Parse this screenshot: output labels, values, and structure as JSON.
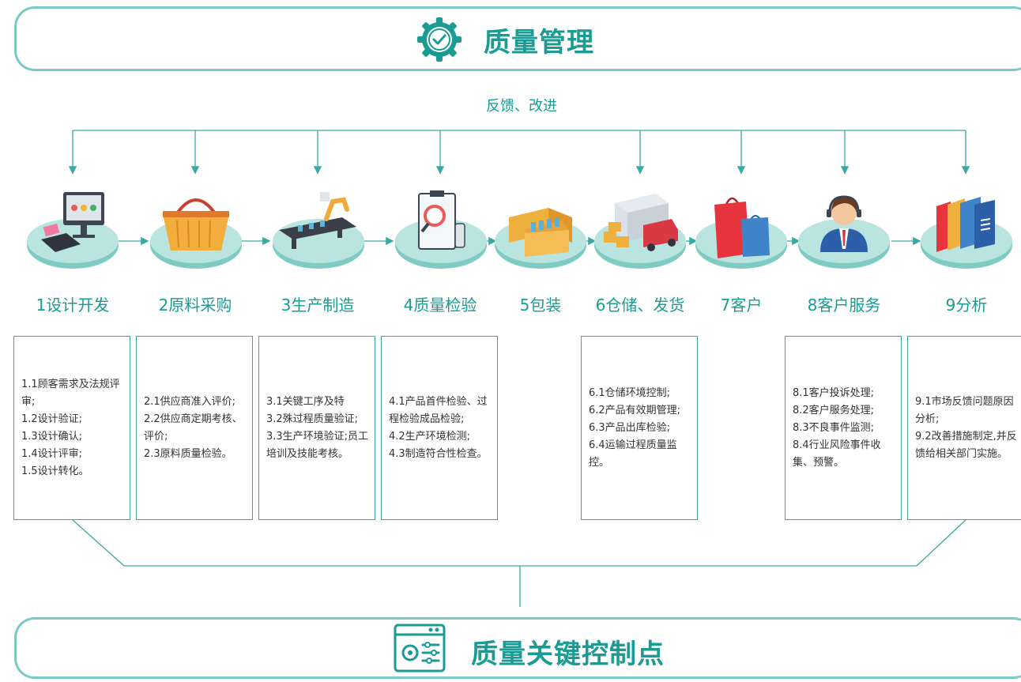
{
  "header": {
    "title": "质量管理"
  },
  "feedback": {
    "label": "反馈、改进"
  },
  "footer": {
    "title": "质量关键控制点"
  },
  "steps": [
    {
      "title": "1设计开发",
      "icon": "design-monitor-icon",
      "details": [
        "1.1顾客需求及法规评审;",
        "1.2设计验证;",
        "1.3设计确认;",
        "1.4设计评审;",
        "1.5设计转化。"
      ]
    },
    {
      "title": "2原料采购",
      "icon": "shopping-basket-icon",
      "details": [
        "2.1供应商准入评价;",
        "2.2供应商定期考核、评价;",
        "2.3原料质量检验。"
      ]
    },
    {
      "title": "3生产制造",
      "icon": "assembly-line-icon",
      "details": [
        "3.1关键工序及特",
        "3.2殊过程质量验证;",
        "3.3生产环境验证;员工培训及技能考核。"
      ]
    },
    {
      "title": "4质量检验",
      "icon": "inspection-clipboard-icon",
      "details": [
        "4.1产品首件检验、过程检验成品检验;",
        "4.2生产环境检测;",
        "4.3制造符合性检查。"
      ]
    },
    {
      "title": "5包装",
      "icon": "packing-box-icon",
      "details": []
    },
    {
      "title": "6仓储、发货",
      "icon": "delivery-truck-icon",
      "details": [
        "6.1仓储环境控制;",
        "6.2产品有效期管理;",
        "6.3产品出库检验;",
        "6.4运输过程质量监控。"
      ]
    },
    {
      "title": "7客户",
      "icon": "shopping-bags-icon",
      "details": []
    },
    {
      "title": "8客户服务",
      "icon": "customer-service-agent-icon",
      "details": [
        "8.1客户投诉处理;",
        "8.2客户服务处理;",
        "8.3不良事件监测;",
        "8.4行业风险事件收集、预警。"
      ]
    },
    {
      "title": "9分析",
      "icon": "binders-folders-icon",
      "details": [
        "9.1市场反馈问题原因分析;",
        "9.2改善措施制定,并反馈给相关部门实施。"
      ]
    }
  ],
  "colors": {
    "teal": "#1a9b93",
    "border": "#7cc9c3",
    "line": "#3aa9a2",
    "platform": "#6fc2bb"
  }
}
